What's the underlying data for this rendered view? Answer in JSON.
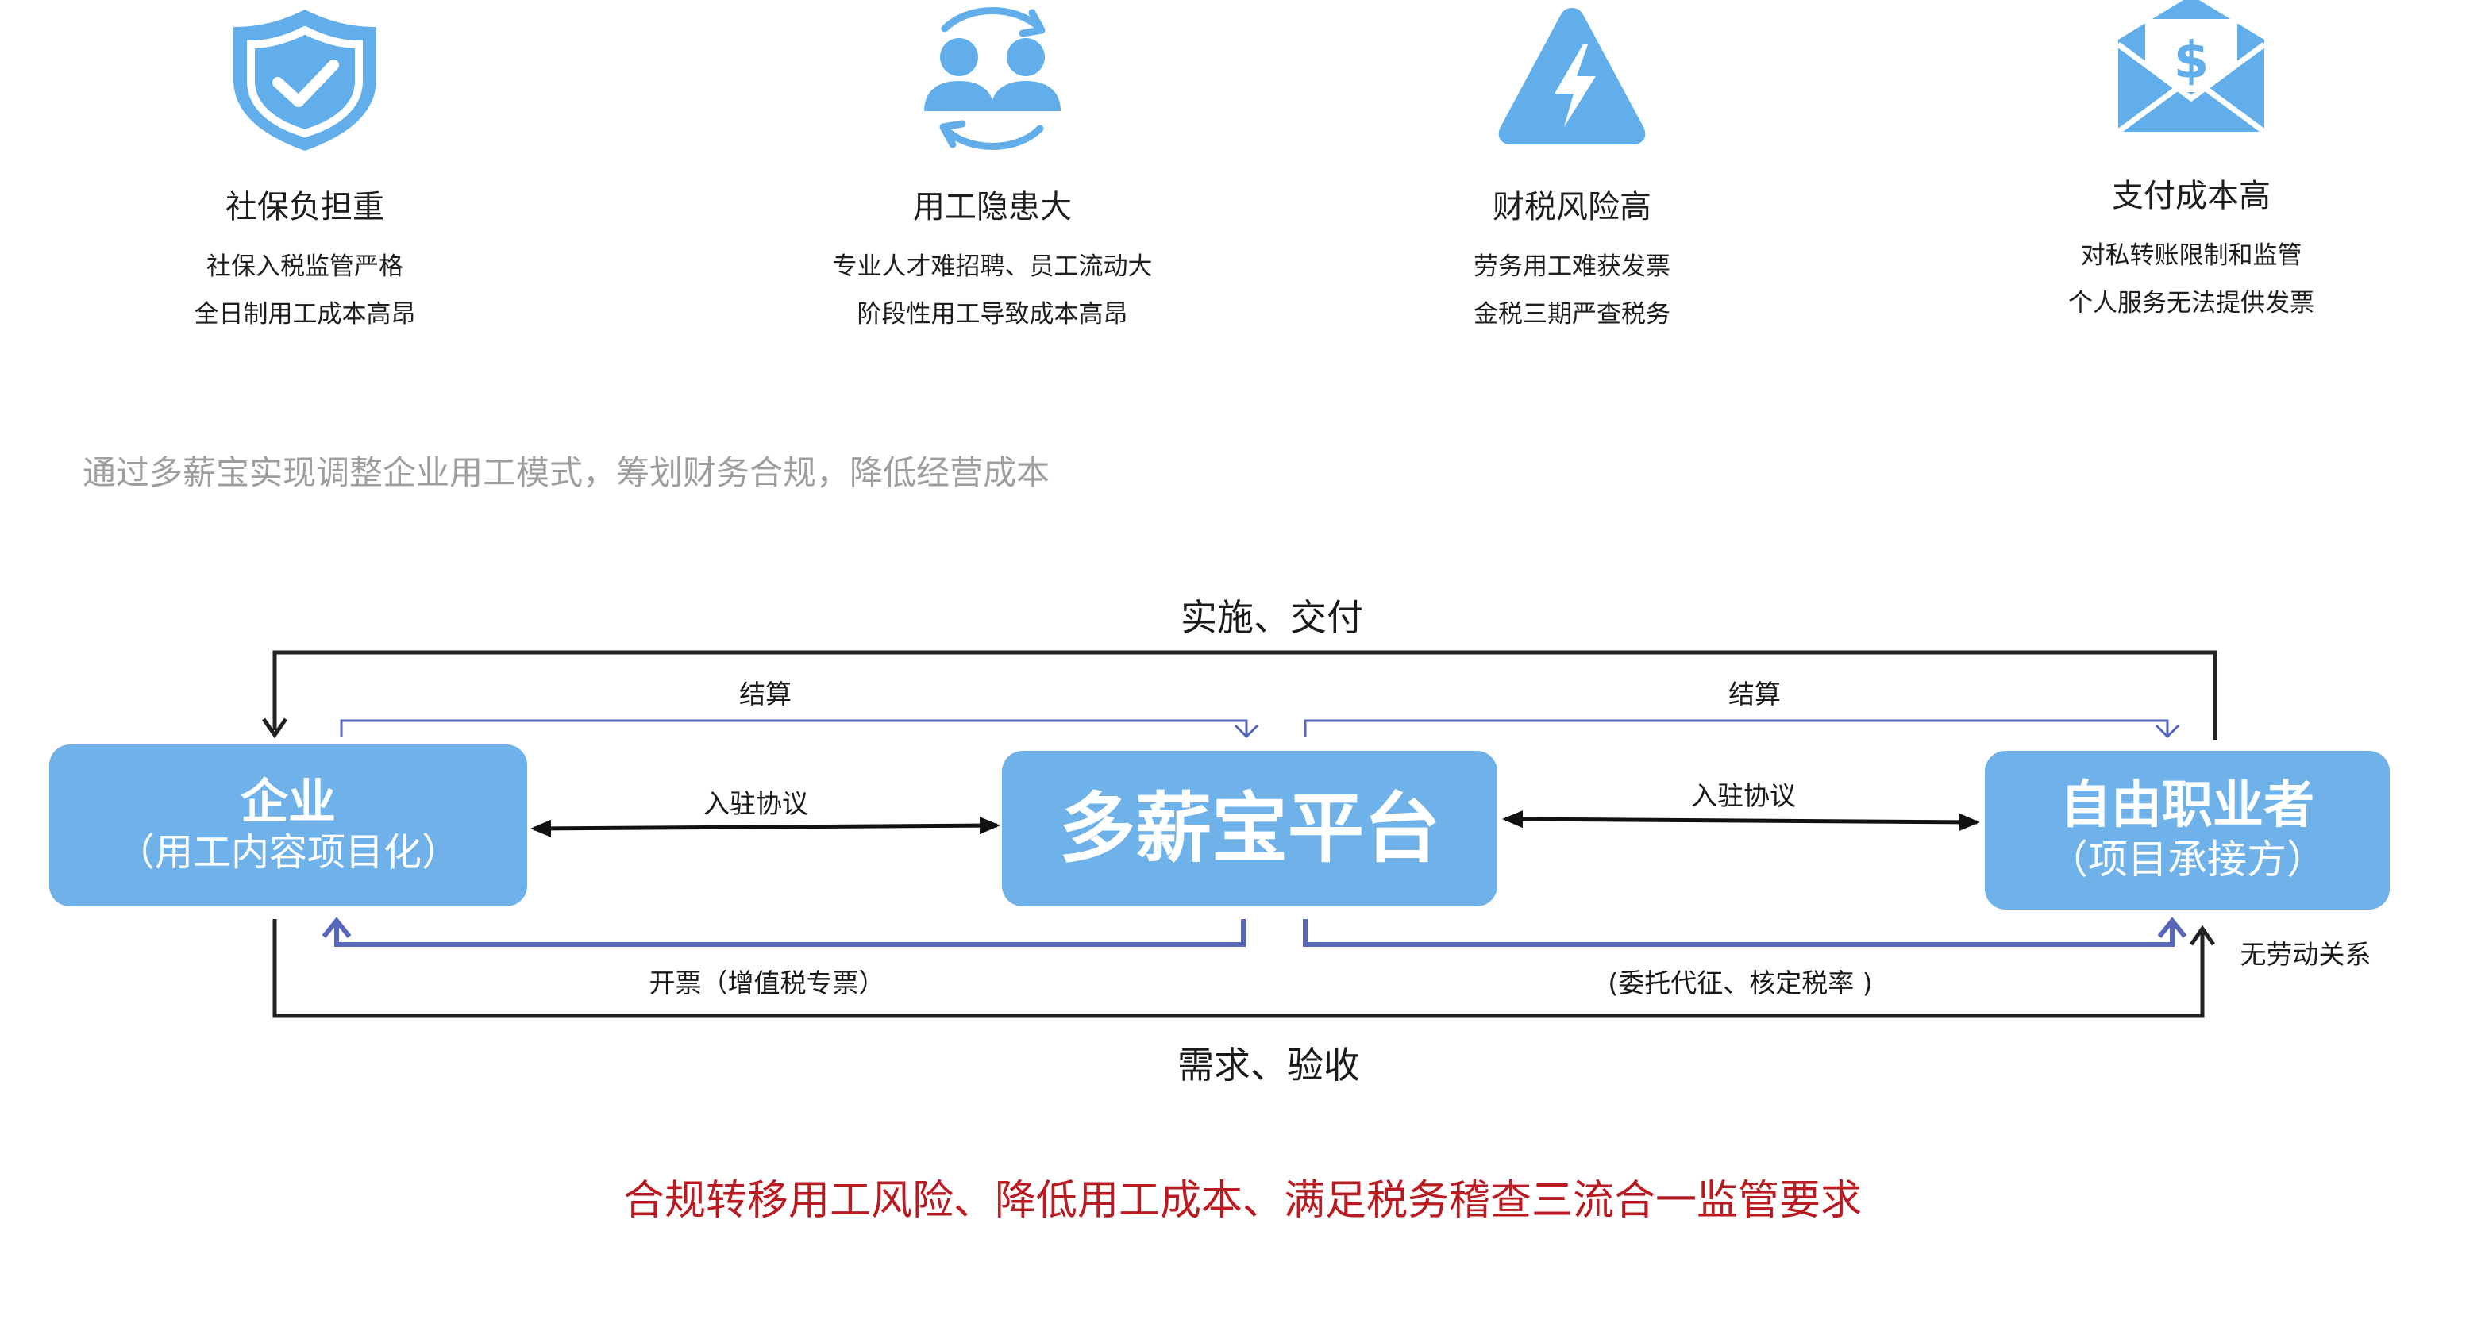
{
  "pain_points": [
    {
      "icon": "shield-check-icon",
      "title": "社保负担重",
      "lines": [
        "社保入税监管严格",
        "全日制用工成本高昂"
      ]
    },
    {
      "icon": "people-exchange-icon",
      "title": "用工隐患大",
      "lines": [
        "专业人才难招聘、员工流动大",
        "阶段性用工导致成本高昂"
      ]
    },
    {
      "icon": "warning-lightning-icon",
      "title": "财税风险高",
      "lines": [
        "劳务用工难获发票",
        "金税三期严查税务"
      ]
    },
    {
      "icon": "envelope-dollar-icon",
      "title": "支付成本高",
      "lines": [
        "对私转账限制和监管",
        "个人服务无法提供发票"
      ]
    }
  ],
  "subtitle": "通过多薪宝实现调整企业用工模式，筹划财务合规，降低经营成本",
  "nodes": {
    "enterprise": {
      "main": "企业",
      "sub": "（用工内容项目化）"
    },
    "platform": {
      "main": "多薪宝平台"
    },
    "freelancer": {
      "main": "自由职业者",
      "sub": "（项目承接方）"
    }
  },
  "flows": {
    "top": "实施、交付",
    "bottom": "需求、验收",
    "settle_left": "结算",
    "settle_right": "结算",
    "agree_left": "入驻协议",
    "agree_right": "入驻协议",
    "invoice": "开票（增值税专票）",
    "tax": "(委托代征、核定税率 )",
    "no_labor": "无劳动关系"
  },
  "conclusion": "合规转移用工风险、降低用工成本、满足税务稽查三流合一监管要求",
  "colors": {
    "node_bg": "#6fb2ea",
    "icon": "#62aeea",
    "blue_line": "#5566bb",
    "black_line": "#222222",
    "conclusion": "#b81c22",
    "subtitle": "#9e9e9e"
  }
}
